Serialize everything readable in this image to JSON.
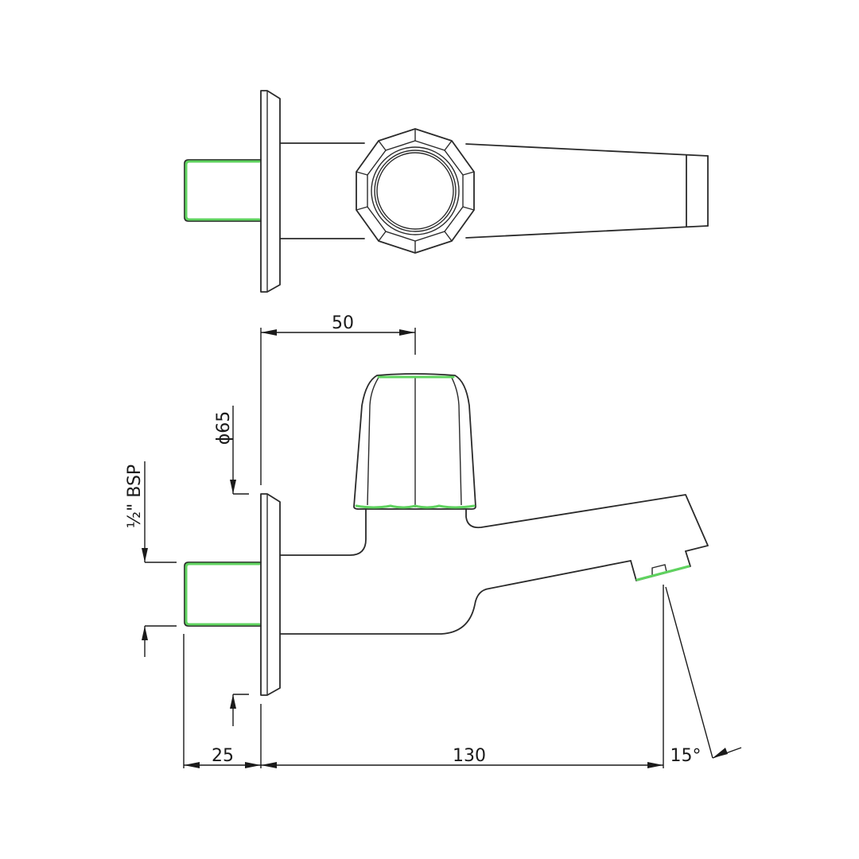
{
  "drawing": {
    "title": "Pillar tap technical drawing",
    "views": [
      "top-view",
      "side-view"
    ],
    "colors": {
      "outline": "#2a2a2a",
      "highlight": "#5fd35f",
      "dimension": "#1a1a1a",
      "background": "#ffffff"
    }
  },
  "dimensions": {
    "knob_offset": {
      "label": "50",
      "unit": "mm"
    },
    "plate_diameter": {
      "label": "ϕ65",
      "unit": "mm"
    },
    "thread_size": {
      "label": "½\" BSP"
    },
    "thread_length": {
      "label": "25",
      "unit": "mm"
    },
    "spout_reach": {
      "label": "130",
      "unit": "mm"
    },
    "spout_angle": {
      "label": "15°"
    }
  }
}
